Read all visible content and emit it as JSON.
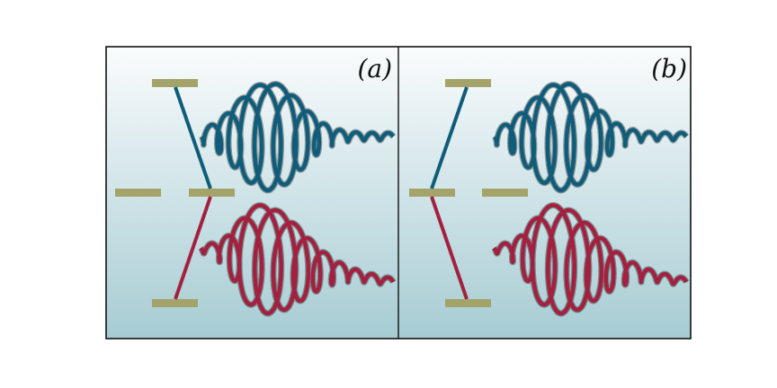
{
  "figure": {
    "panels": [
      {
        "label": "(a)",
        "transition": "cross",
        "upper_pulse_color": "#0f5d7a",
        "lower_pulse_color": "#a3213f",
        "upper_line_color": "#0f5d7a",
        "lower_line_color": "#a3213f"
      },
      {
        "label": "(b)",
        "transition": "direct",
        "upper_pulse_color": "#0f5d7a",
        "lower_pulse_color": "#a3213f",
        "upper_line_color": "#0f5d7a",
        "lower_line_color": "#a3213f"
      }
    ],
    "level_color": "#a3a36a",
    "background_top": "#fafcfd",
    "background_bottom": "#a6ccd3",
    "frame_color": "#111111"
  }
}
